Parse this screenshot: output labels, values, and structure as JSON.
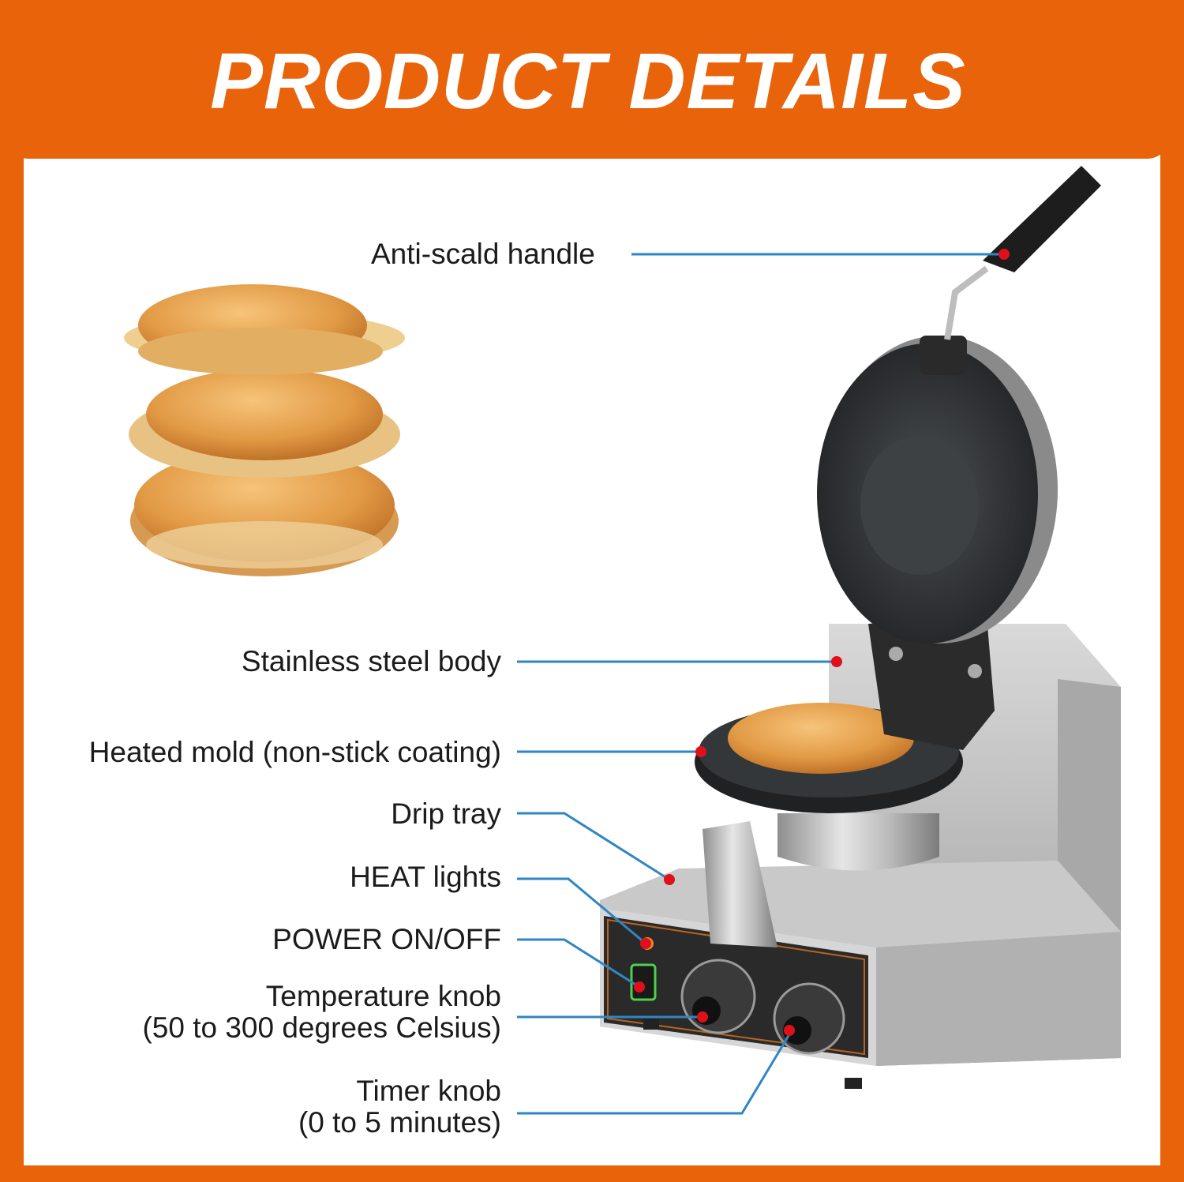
{
  "header": {
    "title": "PRODUCT DETAILS"
  },
  "callouts": {
    "handle": "Anti-scald handle",
    "body": "Stainless steel body",
    "mold": "Heated mold (non-stick coating)",
    "drip_tray": "Drip tray",
    "heat_lights": "HEAT lights",
    "power": "POWER ON/OFF",
    "temp_line1": "Temperature knob",
    "temp_line2": "(50 to 300 degrees Celsius)",
    "timer_line1": "Timer knob",
    "timer_line2": "(0 to 5 minutes)"
  },
  "colors": {
    "accent": "#e8630a",
    "leader_line": "#2f86c4",
    "marker_dot": "#e0101a"
  }
}
